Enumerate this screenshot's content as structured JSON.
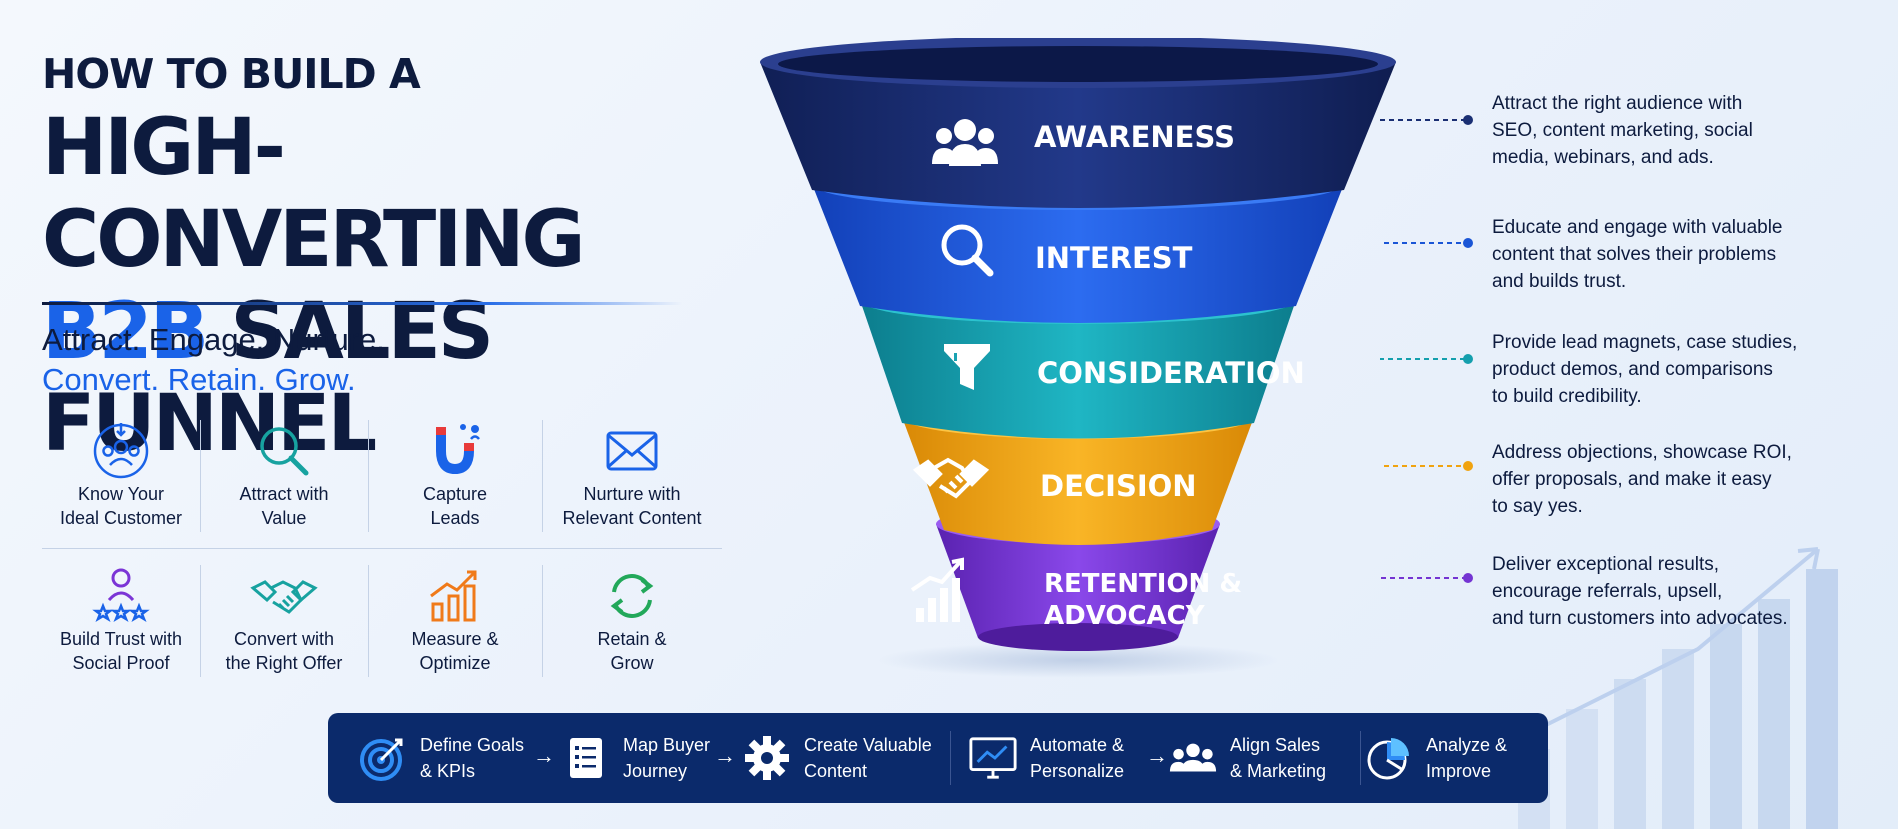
{
  "title": {
    "line1": "HOW TO BUILD A",
    "line2": "HIGH-CONVERTING",
    "line3_accent": "B2B",
    "line3_rest": " SALES FUNNEL"
  },
  "tagline": {
    "line1": "Attract. Engage. Nurture.",
    "line2": "Convert. Retain. Grow."
  },
  "tips": [
    {
      "line1": "Know Your",
      "line2": "Ideal Customer",
      "icon": "people-target-icon",
      "color": "#1a63e8"
    },
    {
      "line1": "Attract with",
      "line2": "Value",
      "icon": "magnifier-icon",
      "color": "#17a2a0"
    },
    {
      "line1": "Capture",
      "line2": "Leads",
      "icon": "magnet-icon",
      "color": "#1a63e8"
    },
    {
      "line1": "Nurture with",
      "line2": "Relevant Content",
      "icon": "envelope-icon",
      "color": "#1a63e8"
    },
    {
      "line1": "Build Trust with",
      "line2": "Social Proof",
      "icon": "user-stars-icon",
      "color": "#7b35d6"
    },
    {
      "line1": "Convert with",
      "line2": "the Right Offer",
      "icon": "handshake-icon",
      "color": "#17a2a0"
    },
    {
      "line1": "Measure &",
      "line2": "Optimize",
      "icon": "growth-chart-icon",
      "color": "#f07a1a"
    },
    {
      "line1": "Retain &",
      "line2": "Grow",
      "icon": "cycle-arrows-icon",
      "color": "#22a85a"
    }
  ],
  "funnel": [
    {
      "label": "AWARENESS",
      "icon": "people-icon",
      "color": "#1a2f73",
      "desc": [
        "Attract the right audience with",
        "SEO, content marketing, social",
        "media, webinars, and ads."
      ]
    },
    {
      "label": "INTEREST",
      "icon": "search-icon",
      "color": "#1a55d6",
      "desc": [
        "Educate and engage with valuable",
        "content that solves their problems",
        "and builds trust."
      ]
    },
    {
      "label": "CONSIDERATION",
      "icon": "filter-icon",
      "color": "#149fad",
      "desc": [
        "Provide lead magnets, case studies,",
        "product demos, and comparisons",
        "to build credibility."
      ]
    },
    {
      "label": "DECISION",
      "icon": "handshake-icon",
      "color": "#f0a30f",
      "desc": [
        "Address objections, showcase ROI,",
        "offer proposals, and make it easy",
        "to say yes."
      ]
    },
    {
      "label1": "RETENTION &",
      "label2": "ADVOCACY",
      "icon": "bar-chart-icon",
      "color": "#7434d2",
      "desc": [
        "Deliver exceptional results,",
        "encourage referrals, upsell,",
        "and turn customers into advocates."
      ]
    }
  ],
  "steps": [
    {
      "line1": "Define Goals",
      "line2": "& KPIs",
      "icon": "target-icon"
    },
    {
      "line1": "Map Buyer",
      "line2": "Journey",
      "icon": "checklist-icon"
    },
    {
      "line1": "Create Valuable",
      "line2": "Content",
      "icon": "gear-icon"
    },
    {
      "line1": "Automate &",
      "line2": "Personalize",
      "icon": "monitor-chart-icon"
    },
    {
      "line1": "Align Sales",
      "line2": "& Marketing",
      "icon": "team-icon"
    },
    {
      "line1": "Analyze &",
      "line2": "Improve",
      "icon": "pie-chart-icon"
    }
  ],
  "arrow_glyph": "→"
}
